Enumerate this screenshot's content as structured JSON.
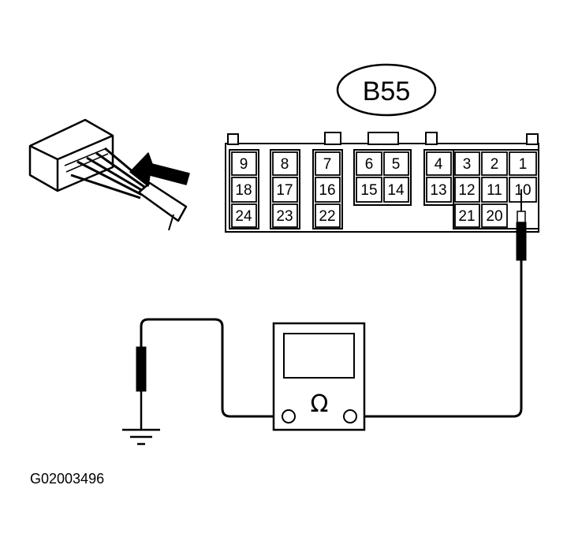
{
  "connector": {
    "label": "B55",
    "pins_row1": [
      "9",
      "8",
      "7",
      "6",
      "5",
      "4",
      "3",
      "2",
      "1"
    ],
    "pins_row2": [
      "18",
      "17",
      "16",
      "15",
      "14",
      "13",
      "12",
      "11",
      "10"
    ],
    "pins_row3": [
      "24",
      "23",
      "22",
      "21",
      "20"
    ]
  },
  "meter": {
    "symbol": "Ω"
  },
  "figure_id": "G02003496"
}
